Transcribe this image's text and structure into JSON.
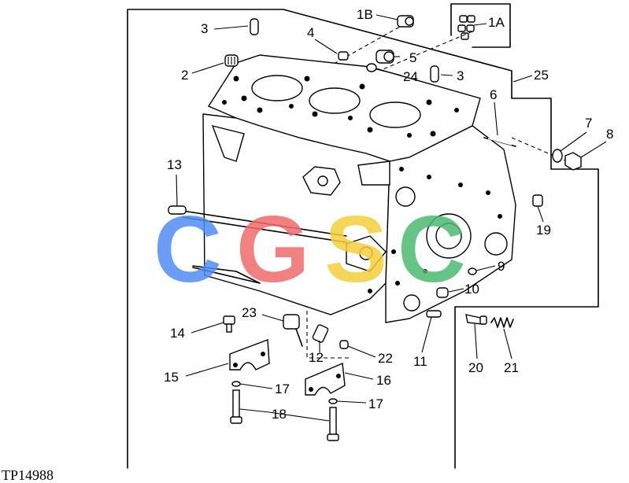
{
  "figure_id": "TP14988",
  "watermark": {
    "letters": [
      "C",
      "G",
      "S",
      "C"
    ],
    "colors": [
      "#4f8df5",
      "#f26b6b",
      "#f5cf3d",
      "#4dba73"
    ]
  },
  "callouts": {
    "c1A": "1A",
    "c1B": "1B",
    "c2": "2",
    "c3a": "3",
    "c3b": "3",
    "c4": "4",
    "c5": "5",
    "c6": "6",
    "c7": "7",
    "c8": "8",
    "c9": "9",
    "c10": "10",
    "c11": "11",
    "c12": "12",
    "c13": "13",
    "c14": "14",
    "c15": "15",
    "c16": "16",
    "c17a": "17",
    "c17b": "17",
    "c18": "18",
    "c19": "19",
    "c20": "20",
    "c21": "21",
    "c22": "22",
    "c23": "23",
    "c24": "24",
    "c25": "25"
  }
}
